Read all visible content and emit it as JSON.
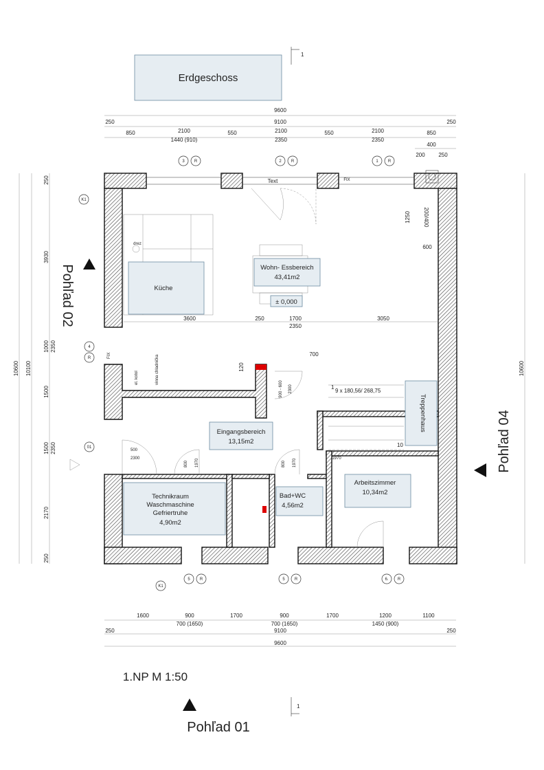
{
  "title_box": "Erdgeschoss",
  "scale_title": "1.NP M 1:50",
  "views": {
    "left": "Pohľad 02",
    "right": "Pohľad 04",
    "bottom": "Pohľad 01"
  },
  "section_mark": "1",
  "rooms": {
    "wohn_name": "Wohn- Essbereich",
    "wohn_area": "43,41m2",
    "kueche": "Küche",
    "eingang_name": "Eingangsbereich",
    "eingang_area": "13,15m2",
    "technik_l1": "Technikraum",
    "technik_l2": "Waschmaschine",
    "technik_l3": "Gefriertruhe",
    "technik_area": "4,90m2",
    "bad_name": "Bad+WC",
    "bad_area": "4,56m2",
    "arbeit_name": "Arbeitszimmer",
    "arbeit_area": "10,34m2",
    "treppe": "Treppenhaus"
  },
  "labels": {
    "level": "± 0,000",
    "text": "Text",
    "fix": "FIX",
    "fix2": "FIX",
    "stairs": "9 x 180,56/ 268,75",
    "stair_start": "1",
    "stair_end": "10",
    "k1a": "K1",
    "k1b": "K1",
    "d4": "4",
    "d01": "01",
    "drez": "drez",
    "kitchen_dims": "3600",
    "w_kitch_1": "el. kotol",
    "w_kitch_2": "vinna chladnička"
  },
  "dims_top": {
    "total": "9600",
    "inner": "9100",
    "side_l": "250",
    "side_r": "250",
    "segs": [
      "850",
      "2100",
      "550",
      "2100",
      "550",
      "2100",
      "850"
    ],
    "sub1": "1440 (910)",
    "sub2": "2350",
    "sub3": "2350",
    "chimney": [
      "400",
      "200",
      "250"
    ]
  },
  "dims_bottom": {
    "segs": [
      "1600",
      "900",
      "1700",
      "900",
      "1700",
      "1200",
      "1100"
    ],
    "sub": [
      "700 (1650)",
      "700 (1650)",
      "1450 (900)"
    ],
    "side_l": "250",
    "side_r": "250",
    "inner": "9100",
    "total": "9600"
  },
  "dims_left": {
    "outer": "10600",
    "inner": "10100",
    "segs": [
      "250",
      "3930",
      "1000",
      "1500",
      "1500",
      "2170",
      "250"
    ],
    "sub": [
      "2350",
      "2350"
    ]
  },
  "dims_right": {
    "outer": "10600"
  },
  "dims_inner": {
    "row": [
      "3600",
      "250",
      "1700",
      "3050"
    ],
    "row_sub": "2350",
    "d700": "700",
    "d1250": "1250",
    "d600": "600",
    "d120": "120",
    "d2004": "200/400",
    "door": [
      "900 - 600",
      "2300",
      "500",
      "2300",
      "800",
      "1970",
      "800",
      "1970",
      "1970"
    ]
  },
  "axis_marks": [
    {
      "n": "3",
      "r": "R"
    },
    {
      "n": "2",
      "r": "R"
    },
    {
      "n": "1",
      "r": "R"
    },
    {
      "n": "5",
      "r": "R"
    },
    {
      "n": "5",
      "r": "R"
    },
    {
      "n": "6.",
      "r": "R"
    },
    {
      "n": "4",
      "r": "R"
    }
  ]
}
